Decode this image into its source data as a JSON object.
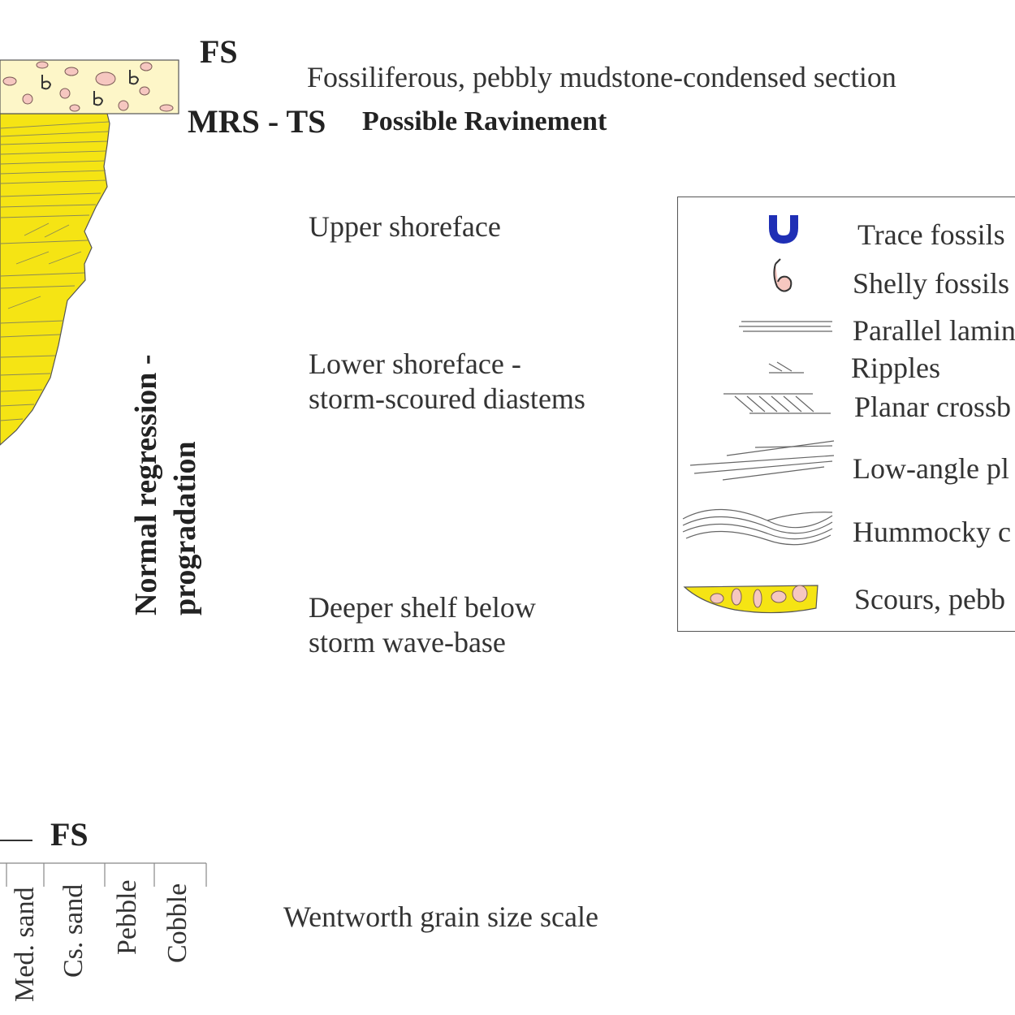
{
  "surfaces": {
    "fs_top": "FS",
    "mrs_ts": "MRS - TS",
    "possible_ravinement": "Possible Ravinement",
    "fs_bottom": "FS"
  },
  "interpretations": {
    "condensed_section": "Fossiliferous, pebbly mudstone-condensed section",
    "upper_shoreface": "Upper shoreface",
    "lower_shoreface_line1": "Lower shoreface -",
    "lower_shoreface_line2": "storm-scoured diastems",
    "deeper_shelf_line1": "Deeper shelf below",
    "deeper_shelf_line2": "storm wave-base"
  },
  "trend": {
    "line1": "Normal regression -",
    "line2": "progradation"
  },
  "grain_scale": {
    "columns": [
      "Med. sand",
      "Cs. sand",
      "Pebble",
      "Cobble"
    ],
    "caption": "Wentworth grain size scale"
  },
  "legend": {
    "items": [
      {
        "label": "Trace fossils",
        "icon": "trace-fossil-icon"
      },
      {
        "label": "Shelly fossils",
        "icon": "shelly-fossil-icon"
      },
      {
        "label": "Parallel lamin",
        "icon": "parallel-lamination-icon"
      },
      {
        "label": "Ripples",
        "icon": "ripples-icon"
      },
      {
        "label": "Planar crossb",
        "icon": "planar-crossbedding-icon"
      },
      {
        "label": "Low-angle pl",
        "icon": "low-angle-planar-icon"
      },
      {
        "label": "Hummocky c",
        "icon": "hummocky-icon"
      },
      {
        "label": "Scours, pebb",
        "icon": "scours-pebbles-icon"
      }
    ]
  },
  "colors": {
    "sand_fill": "#f5e414",
    "condensed_fill": "#fdf6c8",
    "pebble_fill": "#f6c7c0",
    "trace_fossil": "#1f2fb5",
    "line": "#555555"
  }
}
